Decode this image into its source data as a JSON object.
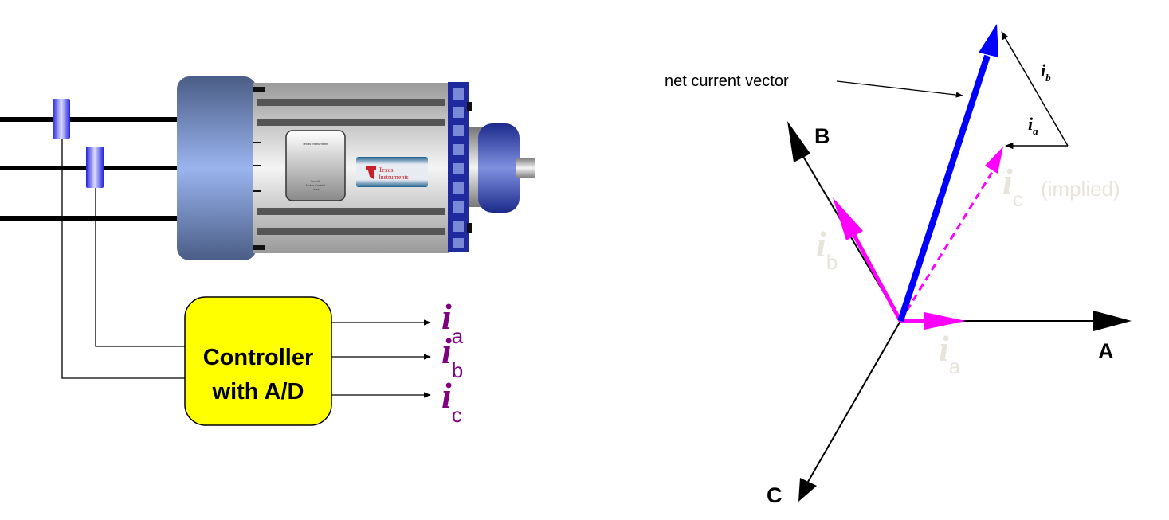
{
  "left": {
    "controller": {
      "line1": "Controller",
      "line2": "with A/D"
    },
    "outputs": [
      {
        "symbol": "i",
        "sub": "a"
      },
      {
        "symbol": "i",
        "sub": "b"
      },
      {
        "symbol": "i",
        "sub": "c"
      }
    ],
    "motor": {
      "panel_line1": "Texas Instruments",
      "panel_line2": "Zuoni's",
      "panel_line3": "Motor Control",
      "panel_line4": "Lines",
      "logo_text_1": "Texas",
      "logo_text_2": "Instruments"
    }
  },
  "right": {
    "axes": {
      "a": "A",
      "b": "B",
      "c": "C"
    },
    "net_label": "net current vector",
    "labels": {
      "ia_symbol": "i",
      "ia_sub": "a",
      "ib_symbol": "i",
      "ib_sub": "b",
      "ic_symbol": "i",
      "ic_sub": "c",
      "ic_note": "(implied)",
      "triangle_ib_symbol": "i",
      "triangle_ib_sub": "b",
      "triangle_ia_symbol": "i",
      "triangle_ia_sub": "a"
    }
  },
  "colors": {
    "controller_fill": "#ffff00",
    "output_text": "#800080",
    "magenta": "#ff00ff",
    "net_vector": "#0000ff",
    "faded_text": "#e8e4dc"
  }
}
